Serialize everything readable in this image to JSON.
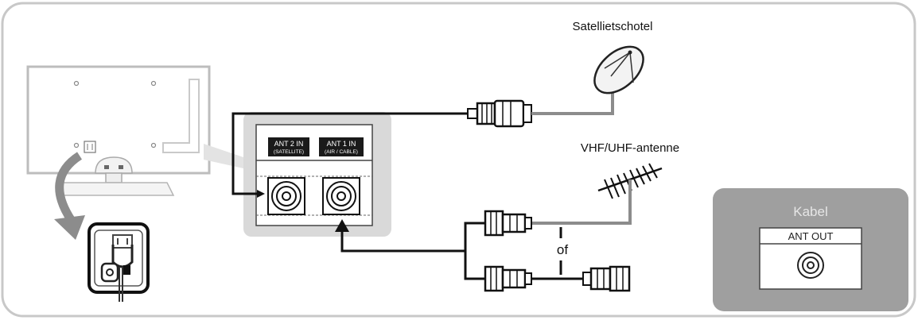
{
  "labels": {
    "satellite": "Satellietschotel",
    "vhf_uhf": "VHF/UHF-antenne",
    "or": "of",
    "cable_title": "Kabel",
    "ant_out": "ANT OUT"
  },
  "ports": {
    "ant2_title": "ANT 2 IN",
    "ant2_sub": "(SATELLITE)",
    "ant1_title": "ANT 1 IN",
    "ant1_sub": "(AIR / CABLE)"
  },
  "colors": {
    "frame": "#c8c8c8",
    "panel_bg": "#d9d9d9",
    "cable_box": "#9f9f9f",
    "port_label_bg": "#1a1a1a",
    "line": "#111111",
    "grey_line": "#8c8c8c"
  }
}
